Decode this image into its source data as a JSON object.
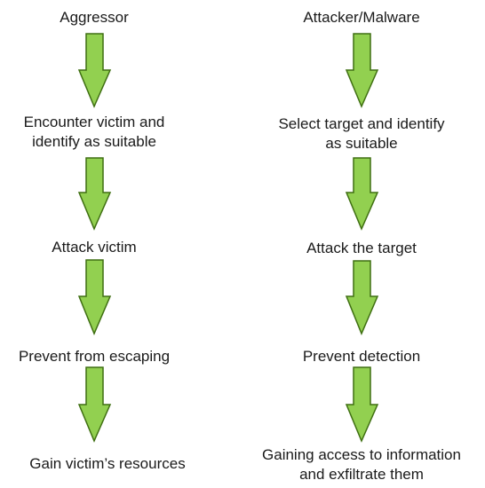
{
  "left_column": {
    "steps": [
      "Aggressor",
      "Encounter victim and\nidentify as suitable",
      "Attack victim",
      "Prevent from escaping",
      "Gain victim’s resources"
    ]
  },
  "right_column": {
    "steps": [
      "Attacker/Malware",
      "Select target and identify\nas suitable",
      "Attack the target",
      "Prevent detection",
      "Gaining access to information\nand exfiltrate them"
    ]
  },
  "colors": {
    "arrow_fill": "#92d050",
    "arrow_stroke": "#3f6f12",
    "text": "#1a1a1a"
  },
  "icons": [
    "down-arrow-icon"
  ]
}
